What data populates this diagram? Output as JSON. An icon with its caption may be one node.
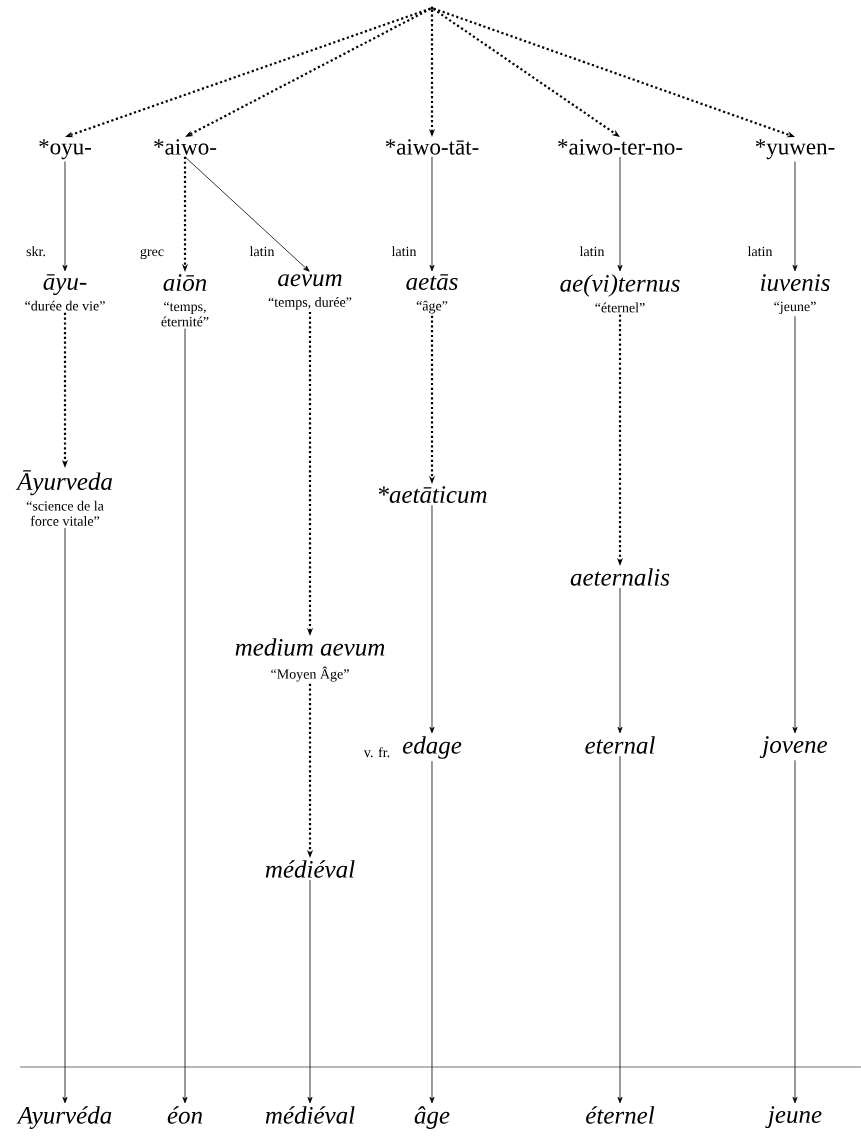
{
  "diagram": {
    "nodes": [
      {
        "text": [],
        "shape": "point"
      },
      {
        "text": [
          "*oyu-"
        ]
      },
      {
        "text": [
          "*aiwo-"
        ]
      },
      {
        "text": [
          "*aiwo-tāt-"
        ]
      },
      {
        "text": [
          "*aiwo-ter-no-"
        ]
      },
      {
        "text": [
          "*yuwen-"
        ]
      },
      {
        "text": [
          "āyu-",
          "“durée de vie”"
        ],
        "beside": [
          "skr."
        ]
      },
      {
        "text": [
          "aiōn",
          "“temps, éternité”"
        ],
        "beside": [
          "grec"
        ]
      },
      {
        "text": [
          "aevum",
          "“temps, durée”"
        ],
        "beside": [
          "latin"
        ]
      },
      {
        "text": [
          "aetās",
          "“âge”"
        ],
        "beside": [
          "latin"
        ]
      },
      {
        "text": [
          "ae(vi)ternus",
          "“éternel”"
        ],
        "beside": [
          "latin"
        ]
      },
      {
        "text": [
          "iuvenis",
          "“jeune”"
        ],
        "beside": [
          "latin"
        ]
      },
      {
        "text": [
          "Āyurveda",
          "“science de la force vitale”"
        ]
      },
      {
        "text": [
          "*aetāticum"
        ]
      },
      {
        "text": [
          "aeternalis"
        ]
      },
      {
        "text": [
          "medium aevum",
          "“Moyen Âge”"
        ]
      },
      {
        "text": [
          "edage"
        ],
        "beside": [
          "v. fr."
        ]
      },
      {
        "text": [
          "eternal"
        ]
      },
      {
        "text": [
          "jovene"
        ]
      },
      {
        "text": [
          "médiéval"
        ]
      },
      {
        "text": [
          "Ayurvéda"
        ]
      },
      {
        "text": [
          "éon"
        ]
      },
      {
        "text": [
          "médiéval"
        ]
      },
      {
        "text": [
          "âge"
        ]
      },
      {
        "text": [
          "éternel"
        ]
      },
      {
        "text": [
          "jeune"
        ]
      }
    ],
    "edges": [
      {
        "from": 0,
        "to": 1,
        "arrow": "to",
        "style": "dashed"
      },
      {
        "from": 0,
        "to": 2,
        "arrow": "to",
        "style": "dashed"
      },
      {
        "from": 0,
        "to": 3,
        "arrow": "to",
        "style": "dashed"
      },
      {
        "from": 0,
        "to": 4,
        "arrow": "to",
        "style": "dashed"
      },
      {
        "from": 0,
        "to": 5,
        "arrow": "to",
        "style": "dashed"
      },
      {
        "from": 1,
        "to": 6,
        "arrow": "to"
      },
      {
        "from": 2,
        "to": 7,
        "arrow": "to",
        "style": "dashed"
      },
      {
        "from": 2,
        "to": 8,
        "arrow": "to"
      },
      {
        "from": 3,
        "to": 9,
        "arrow": "to"
      },
      {
        "from": 4,
        "to": 10,
        "arrow": "to"
      },
      {
        "from": 5,
        "to": 11,
        "arrow": "to"
      },
      {
        "from": 6,
        "to": 12,
        "arrow": "to",
        "style": "dashed"
      },
      {
        "from": 7,
        "to": 21,
        "arrow": "to"
      },
      {
        "from": 8,
        "to": 15,
        "arrow": "to",
        "style": "dashed"
      },
      {
        "from": 9,
        "to": 13,
        "arrow": "to",
        "style": "dashed"
      },
      {
        "from": 10,
        "to": 14,
        "arrow": "to",
        "style": "dashed"
      },
      {
        "from": 11,
        "to": 18,
        "arrow": "to"
      },
      {
        "from": 12,
        "to": 20,
        "arrow": "to"
      },
      {
        "from": 13,
        "to": 16,
        "arrow": "to"
      },
      {
        "from": 14,
        "to": 17,
        "arrow": "to"
      },
      {
        "from": 15,
        "to": 19,
        "arrow": "to",
        "style": "dashed"
      },
      {
        "from": 16,
        "to": 23,
        "arrow": "to"
      },
      {
        "from": 17,
        "to": 24,
        "arrow": "to"
      },
      {
        "from": 18,
        "to": 25,
        "arrow": "to"
      },
      {
        "from": 19,
        "to": 22,
        "arrow": "to"
      }
    ]
  }
}
